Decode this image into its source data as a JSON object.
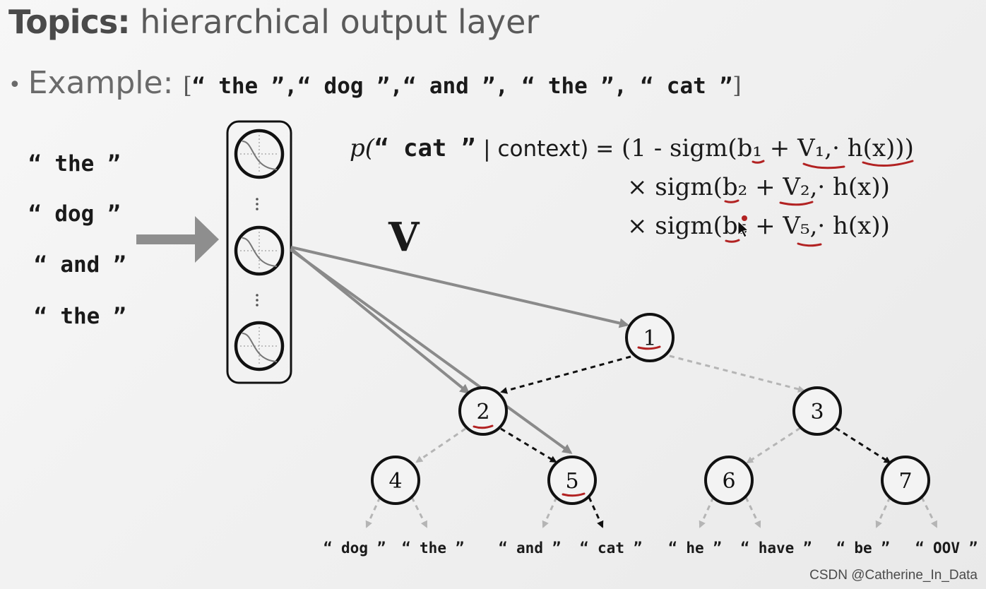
{
  "title": {
    "bold": "Topics:",
    "rest": "hierarchical output layer"
  },
  "example": {
    "bullet": "•",
    "label": "Example:",
    "open": "[",
    "list": "“ the ”,“ dog ”,“ and ”, “ the ”, “ cat ”",
    "close": "]"
  },
  "context_words": [
    "“ the ”",
    "“ dog ”",
    "“ and ”",
    "“ the ”"
  ],
  "formula": {
    "lhs_p": "p(",
    "lhs_word": "“ cat ”",
    "lhs_rest": "| context) =",
    "line1": "(1 - sigm(b₁ + V₁,· h(x)))",
    "line2": "× sigm(b₂ + V₂,· h(x))",
    "line3": "× sigm(b₅ + V₅,· h(x))"
  },
  "weight_label": "V",
  "tree_nodes": [
    "1",
    "2",
    "3",
    "4",
    "5",
    "6",
    "7"
  ],
  "leaves": [
    "“ dog ”",
    "“ the ”",
    "“ and ”",
    "“ cat ”",
    "“ he ”",
    "“ have ”",
    "“ be ”",
    "“ OOV ”"
  ],
  "colors": {
    "path": "#111111",
    "inactive": "#b5b5b5",
    "weights": "#8a8a8a",
    "annotation": "#b22222"
  },
  "watermark": "CSDN @Catherine_In_Data"
}
